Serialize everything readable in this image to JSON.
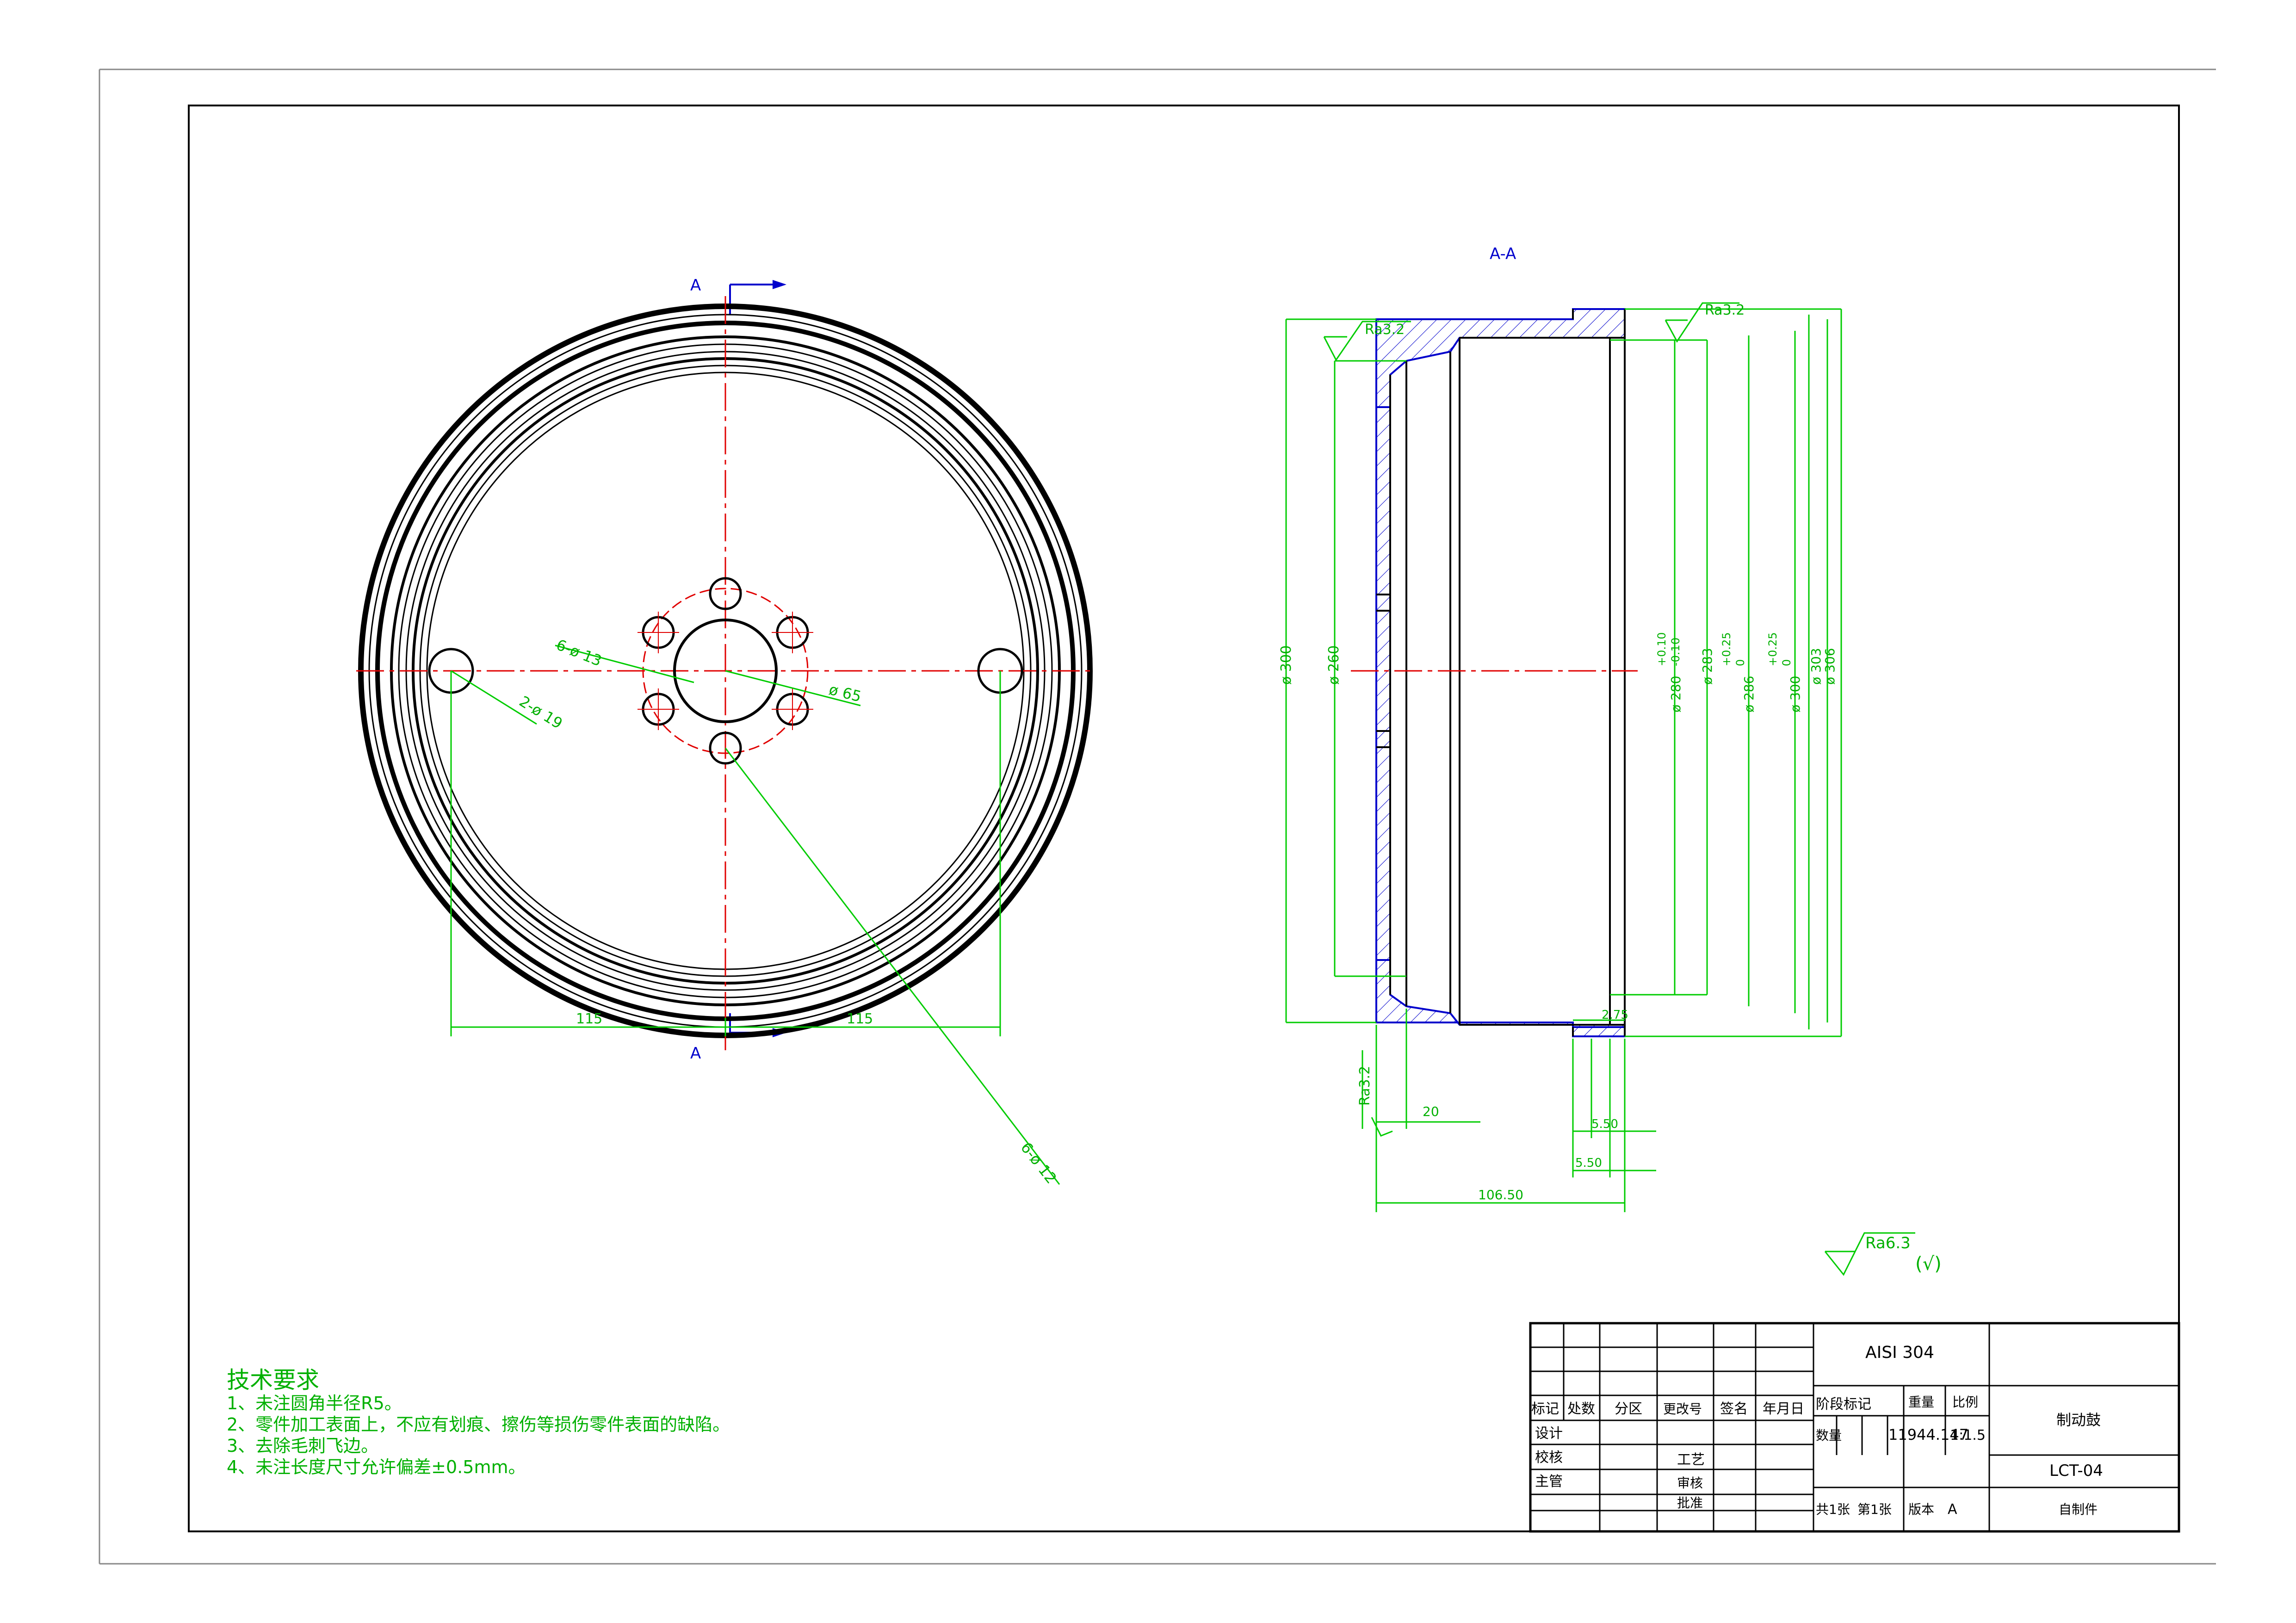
{
  "section": {
    "marker_top": "A",
    "marker_bottom": "A",
    "view_title": "A-A"
  },
  "front_view": {
    "dims": {
      "bolt_holes": "6-ø 13",
      "pilot_holes": "2-ø 19",
      "bolt_circle": "ø 65",
      "left_offset": "115",
      "right_offset": "115",
      "leader_holes": "6-ø 12"
    }
  },
  "section_view": {
    "dims": {
      "d300": "ø 300",
      "d260": "ø 260",
      "d280": "ø 280",
      "d280_tol_upper": "+0.10",
      "d280_tol_lower": "-0.10",
      "d283": "ø 283",
      "d286": "ø 286",
      "d286_tol_upper": "+0.25",
      "d286_tol_lower": "0",
      "d300b": "ø 300",
      "d300b_tol_upper": "+0.25",
      "d300b_tol_lower": "0",
      "d303": "ø 303",
      "d306": "ø 306",
      "l20": "20",
      "l5a": "5.50",
      "l5b": "5.50",
      "l106": "106.50",
      "l2": "2.75"
    },
    "roughness": {
      "top_left": "Ra3.2",
      "top_right": "Ra3.2",
      "bottom_left": "Ra3.2",
      "general": "Ra6.3",
      "general_suffix": "(√)"
    }
  },
  "tech_requirements": {
    "title": "技术要求",
    "items": [
      "1、未注圆角半径R5。",
      "2、零件加工表面上，不应有划痕、擦伤等损伤零件表面的缺陷。",
      "3、去除毛刺飞边。",
      "4、未注长度尺寸允许偏差±0.5mm。"
    ]
  },
  "title_block": {
    "material": "AISI 304",
    "headers": {
      "mark": "标记",
      "count": "处数",
      "zone": "分区",
      "change_no": "更改号",
      "sign": "签名",
      "date": "年月日"
    },
    "stage_mark": "阶段标记",
    "weight_label": "重量",
    "scale_label": "比例",
    "quantity_label": "数量",
    "weight": "11944.147",
    "scale": "1:1.5",
    "design": "设计",
    "check": "校核",
    "supervisor": "主管",
    "process": "工艺",
    "review": "审核",
    "approve": "批准",
    "sheets_total": "共1张",
    "sheet_no": "第1张",
    "version_label": "版本",
    "version": "A",
    "part_name": "制动鼓",
    "drawing_no": "LCT-04",
    "origin": "自制件"
  }
}
